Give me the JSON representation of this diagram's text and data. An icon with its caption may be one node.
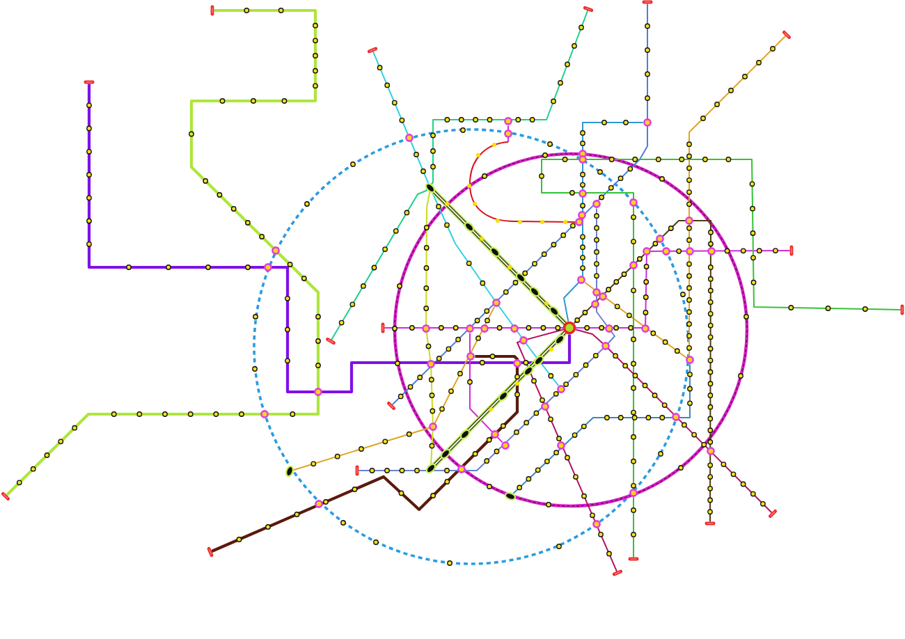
{
  "diagram": {
    "nodes": [
      {
        "text": [],
        "shape": "bar"
      },
      {
        "text": [],
        "shape": "bar"
      },
      {
        "text": [],
        "shape": "bar"
      },
      {
        "text": [],
        "shape": "bar"
      },
      {
        "text": [],
        "shape": "bar"
      },
      {
        "text": [],
        "shape": "bar"
      },
      {
        "text": [],
        "shape": "bar"
      },
      {
        "text": [],
        "shape": "bar"
      },
      {
        "text": [],
        "shape": "bar"
      },
      {
        "text": [],
        "shape": "circle"
      },
      {
        "text": [],
        "shape": "bar"
      },
      {
        "text": [],
        "shape": "bar"
      },
      {
        "text": [],
        "shape": "bar"
      },
      {
        "text": [],
        "shape": "bar"
      },
      {
        "text": [],
        "shape": "bar"
      },
      {
        "text": [],
        "shape": "bar"
      },
      {
        "text": [],
        "shape": "bar"
      },
      {
        "text": [],
        "shape": "bar"
      },
      {
        "text": [],
        "shape": "bar"
      }
    ],
    "edges": [
      {
        "from": 0,
        "to": 11,
        "arrow": "none",
        "color": "#4f7fd6"
      },
      {
        "from": 1,
        "to": 10,
        "arrow": "none",
        "color": "#1fcf8a"
      },
      {
        "from": 2,
        "to": 13,
        "arrow": "none",
        "style": "thick",
        "color": "#aee63a"
      },
      {
        "from": 3,
        "to": null,
        "arrow": "none",
        "color": "#e0a526"
      },
      {
        "from": 4,
        "to": null,
        "arrow": "none",
        "color": "#33d1df"
      },
      {
        "from": 5,
        "to": 9,
        "arrow": "none",
        "style": "thick",
        "color": "#7f10e8"
      },
      {
        "from": 8,
        "to": 6,
        "arrow": "none",
        "color": "#d22ad8"
      },
      {
        "from": 7,
        "to": 17,
        "arrow": "none",
        "color": "#35c235"
      },
      {
        "from": 9,
        "to": 14,
        "arrow": "none",
        "color": "#b3125f"
      },
      {
        "from": 9,
        "to": 18,
        "arrow": "none",
        "color": "#b3125f"
      },
      {
        "from": 9,
        "to": 15,
        "arrow": "none",
        "color": "#4b3d12"
      },
      {
        "from": 16,
        "to": null,
        "arrow": "none",
        "style": "thick",
        "color": "#5b1a0c"
      },
      {
        "from": 12,
        "to": null,
        "arrow": "none",
        "color": "#6a82cc"
      },
      {
        "from": null,
        "to": 9,
        "arrow": "none",
        "color": "#2f96d4"
      }
    ]
  }
}
